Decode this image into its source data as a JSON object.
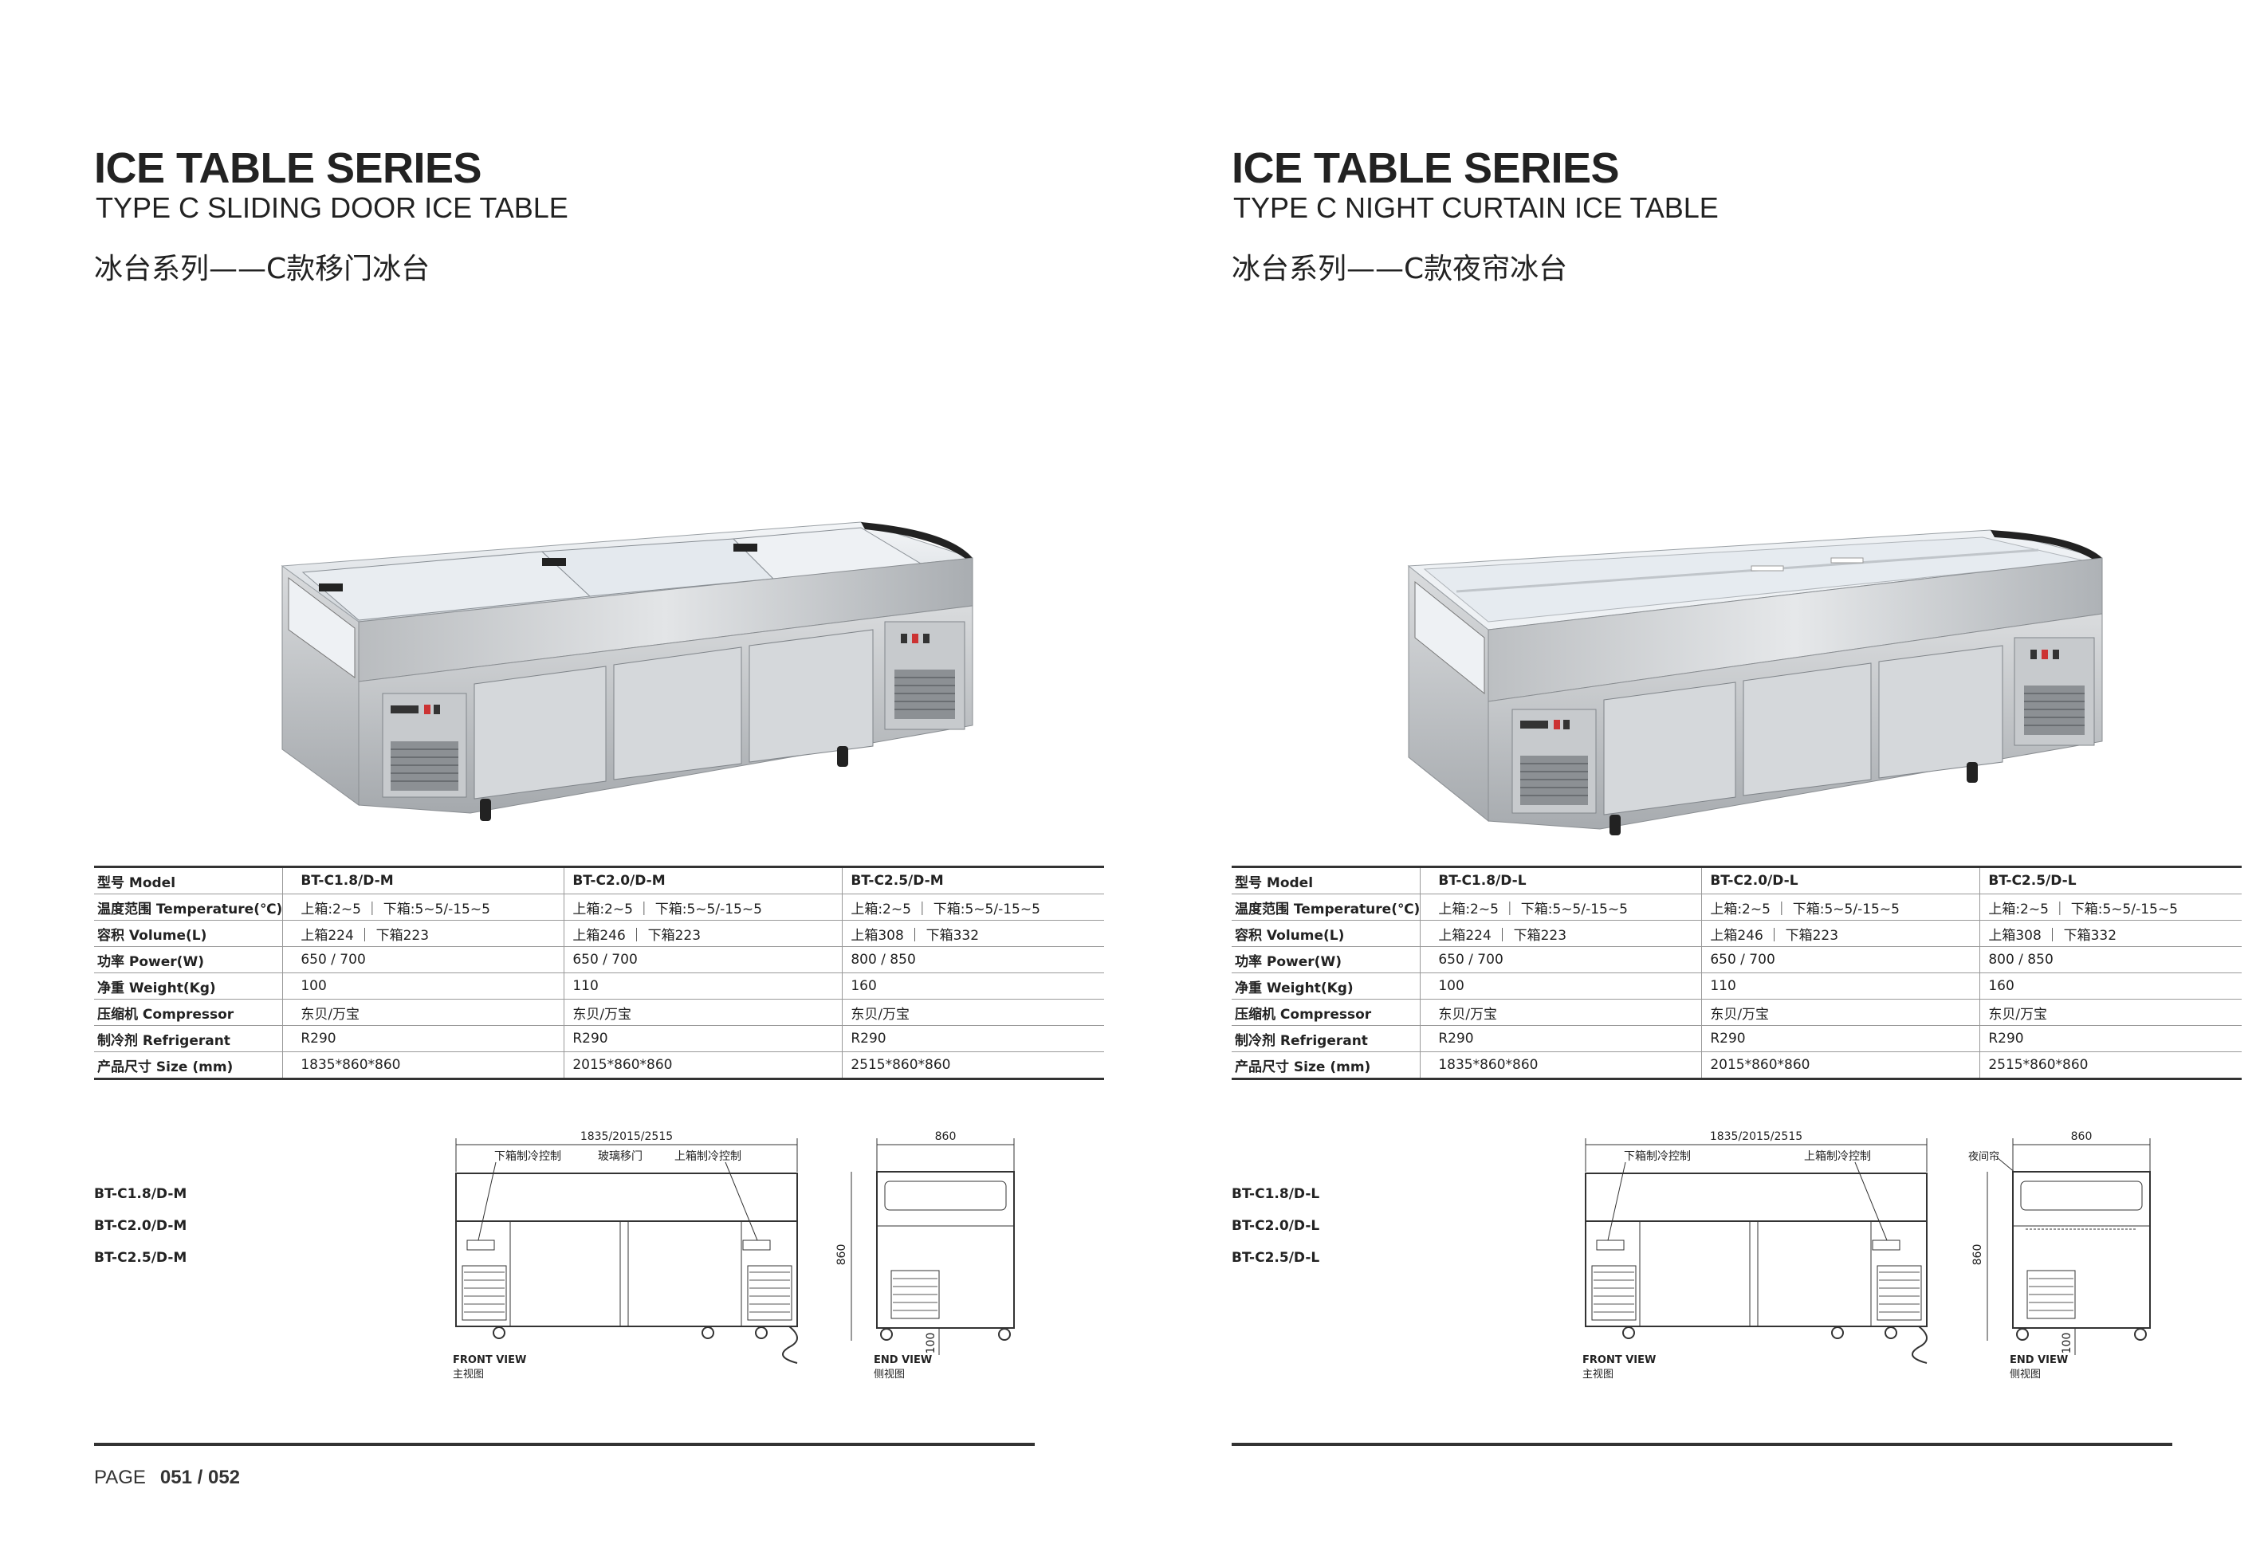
{
  "left": {
    "title": "ICE TABLE SERIES",
    "subtitle": "TYPE C SLIDING DOOR ICE TABLE",
    "cn_title": "冰台系列——C款移门冰台",
    "spec": {
      "header": [
        "型号 Model",
        "BT-C1.8/D-M",
        "BT-C2.0/D-M",
        "BT-C2.5/D-M"
      ],
      "rows": [
        [
          "温度范围 Temperature(℃)",
          "上箱:2~5 ｜ 下箱:5~5/-15~5",
          "上箱:2~5 ｜ 下箱:5~5/-15~5",
          "上箱:2~5 ｜ 下箱:5~5/-15~5"
        ],
        [
          "容积 Volume(L)",
          "上箱224 ｜ 下箱223",
          "上箱246 ｜ 下箱223",
          "上箱308 ｜ 下箱332"
        ],
        [
          "功率 Power(W)",
          "650 / 700",
          "650 / 700",
          "800 / 850"
        ],
        [
          "净重 Weight(Kg)",
          "100",
          "110",
          "160"
        ],
        [
          "压缩机 Compressor",
          "东贝/万宝",
          "东贝/万宝",
          "东贝/万宝"
        ],
        [
          "制冷剂 Refrigerant",
          "R290",
          "R290",
          "R290"
        ],
        [
          "产品尺寸 Size (mm)",
          "1835*860*860",
          "2015*860*860",
          "2515*860*860"
        ]
      ]
    },
    "models": [
      "BT-C1.8/D-M",
      "BT-C2.0/D-M",
      "BT-C2.5/D-M"
    ],
    "drawing": {
      "width_dim": "1835/2015/2515",
      "label_lower": "下箱制冷控制",
      "label_glass": "玻璃移门",
      "label_upper": "上箱制冷控制",
      "depth_dim": "860",
      "height_dim": "860",
      "leg_dim": "100",
      "front_view": "FRONT VIEW",
      "front_view_cn": "主视图",
      "end_view": "END VIEW",
      "end_view_cn": "侧视图"
    },
    "page_label": "PAGE",
    "page_number": "051 / 052"
  },
  "right": {
    "title": "ICE TABLE SERIES",
    "subtitle": "TYPE C NIGHT CURTAIN ICE TABLE",
    "cn_title": "冰台系列——C款夜帘冰台",
    "spec": {
      "header": [
        "型号 Model",
        "BT-C1.8/D-L",
        "BT-C2.0/D-L",
        "BT-C2.5/D-L"
      ],
      "rows": [
        [
          "温度范围 Temperature(℃)",
          "上箱:2~5 ｜ 下箱:5~5/-15~5",
          "上箱:2~5 ｜ 下箱:5~5/-15~5",
          "上箱:2~5 ｜ 下箱:5~5/-15~5"
        ],
        [
          "容积 Volume(L)",
          "上箱224 ｜ 下箱223",
          "上箱246 ｜ 下箱223",
          "上箱308 ｜ 下箱332"
        ],
        [
          "功率 Power(W)",
          "650 / 700",
          "650 / 700",
          "800 / 850"
        ],
        [
          "净重 Weight(Kg)",
          "100",
          "110",
          "160"
        ],
        [
          "压缩机 Compressor",
          "东贝/万宝",
          "东贝/万宝",
          "东贝/万宝"
        ],
        [
          "制冷剂 Refrigerant",
          "R290",
          "R290",
          "R290"
        ],
        [
          "产品尺寸 Size (mm)",
          "1835*860*860",
          "2015*860*860",
          "2515*860*860"
        ]
      ]
    },
    "models": [
      "BT-C1.8/D-L",
      "BT-C2.0/D-L",
      "BT-C2.5/D-L"
    ],
    "drawing": {
      "width_dim": "1835/2015/2515",
      "label_lower": "下箱制冷控制",
      "label_upper": "上箱制冷控制",
      "label_curtain": "夜间帘",
      "depth_dim": "860",
      "height_dim": "860",
      "leg_dim": "100",
      "front_view": "FRONT VIEW",
      "front_view_cn": "主视图",
      "end_view": "END VIEW",
      "end_view_cn": "侧视图"
    }
  }
}
